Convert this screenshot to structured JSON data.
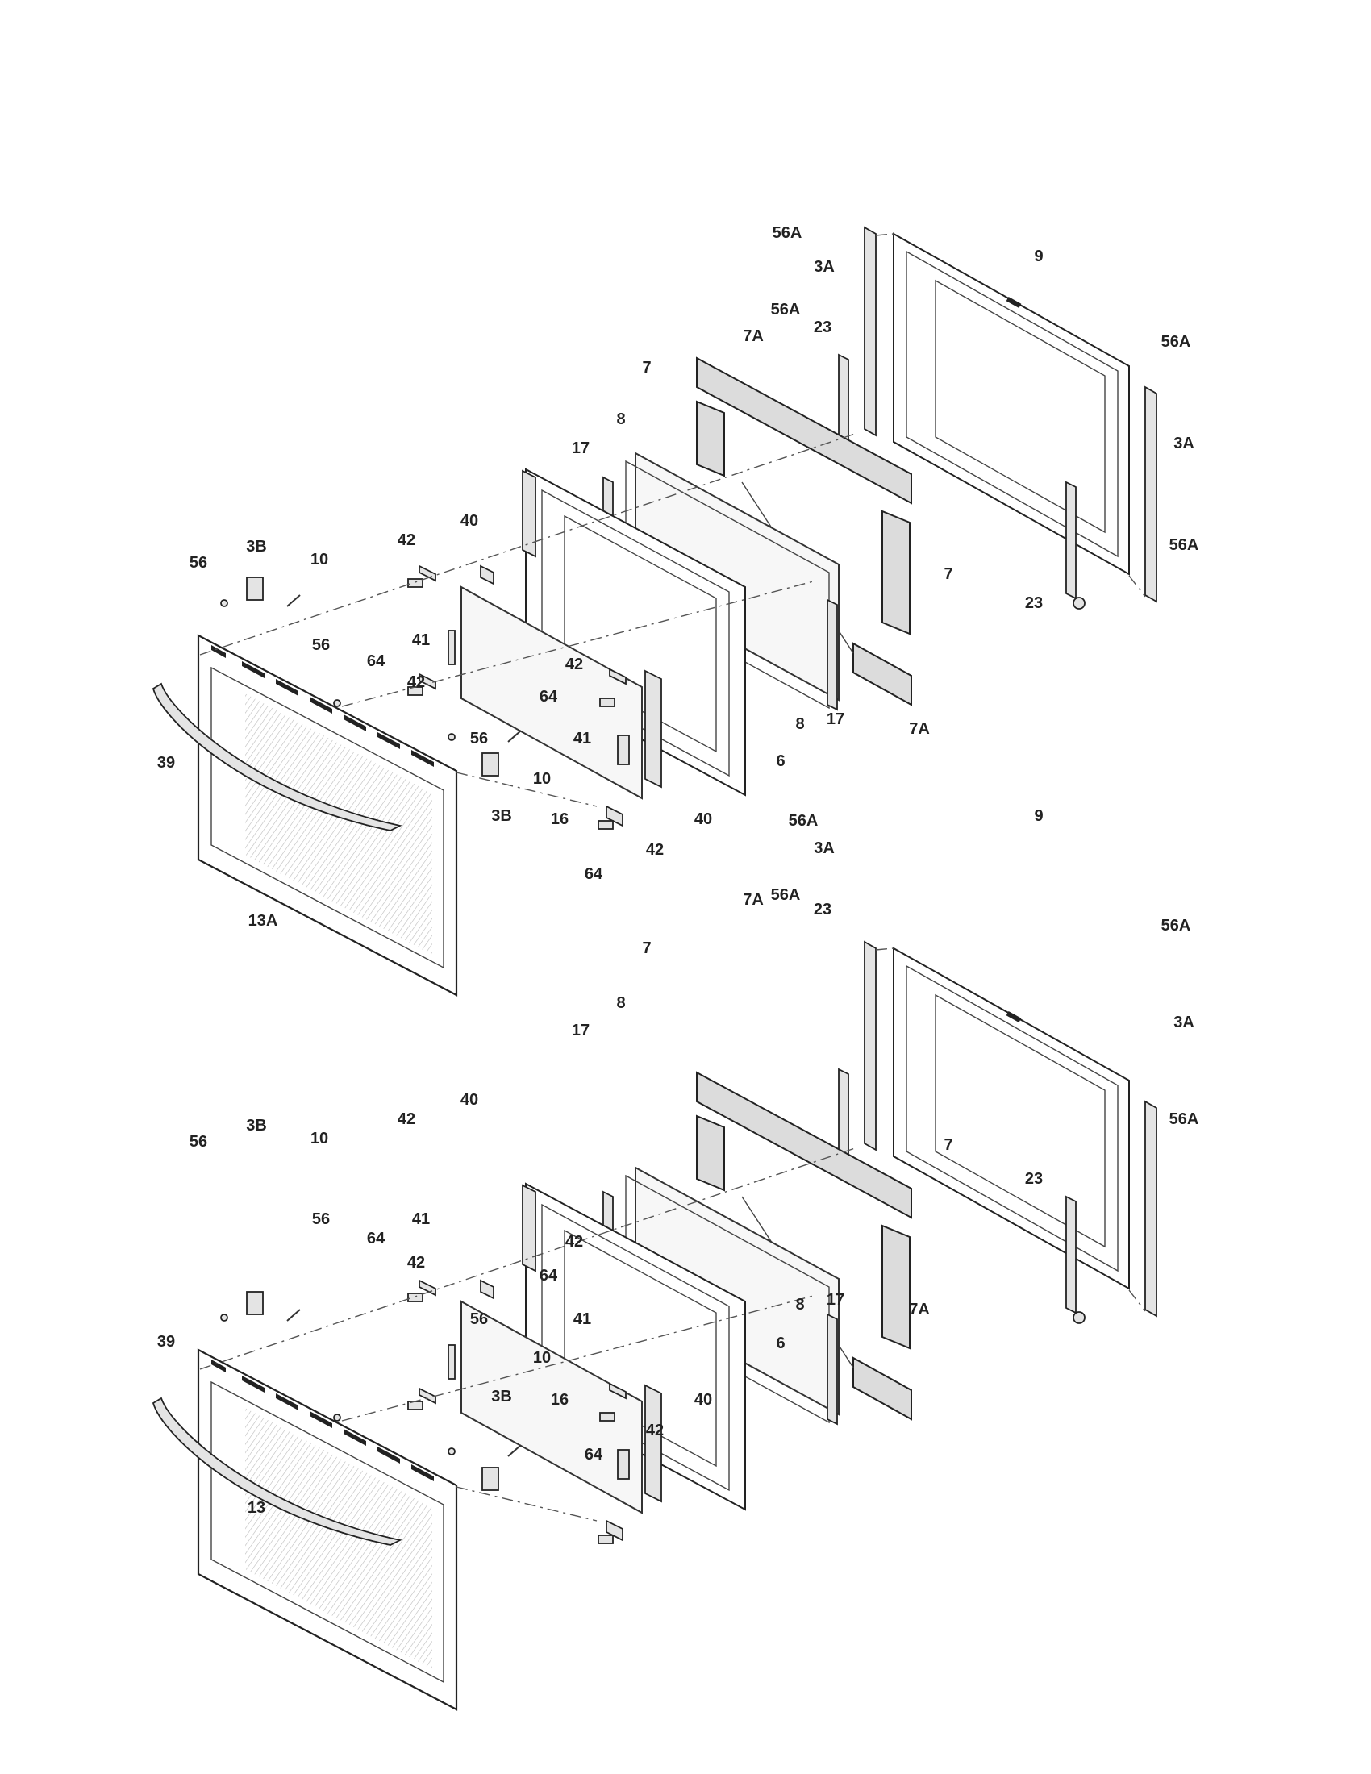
{
  "upper_assembly": {
    "callouts": [
      "56A",
      "3A",
      "9",
      "56A",
      "23",
      "7A",
      "7",
      "8",
      "17",
      "56A",
      "3A",
      "56A",
      "7",
      "23",
      "40",
      "42",
      "3B",
      "56",
      "10",
      "41",
      "56",
      "64",
      "42",
      "42",
      "64",
      "39",
      "41",
      "56",
      "10",
      "8",
      "17",
      "7A",
      "6",
      "3B",
      "16",
      "40",
      "42",
      "64",
      "13A"
    ]
  },
  "lower_assembly": {
    "callouts": [
      "56A",
      "3A",
      "9",
      "56A",
      "23",
      "7A",
      "7",
      "8",
      "17",
      "56A",
      "3A",
      "56A",
      "7",
      "23",
      "40",
      "42",
      "3B",
      "56",
      "10",
      "41",
      "56",
      "64",
      "42",
      "42",
      "64",
      "39",
      "41",
      "56",
      "10",
      "8",
      "17",
      "7A",
      "6",
      "3B",
      "16",
      "40",
      "42",
      "64",
      "13"
    ]
  }
}
